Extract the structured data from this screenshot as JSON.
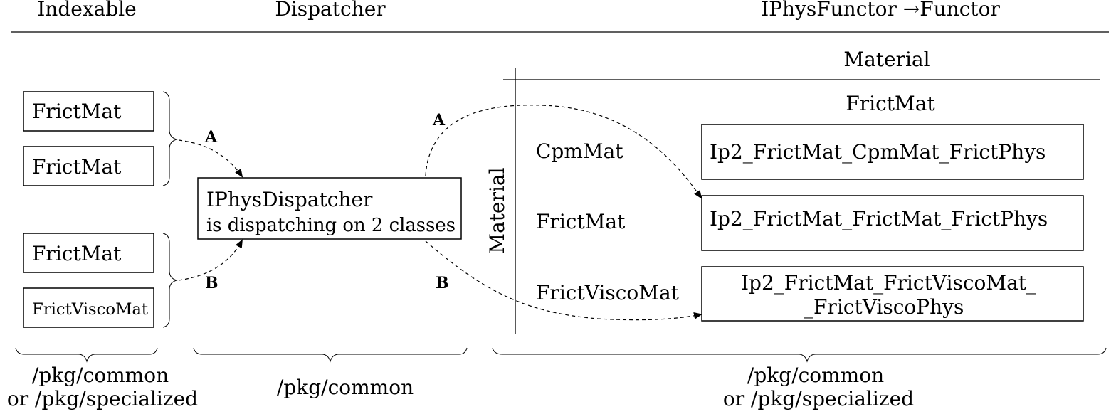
{
  "headers": {
    "indexable": "Indexable",
    "dispatcher": "Dispatcher",
    "functor": "IPhysFunctor →Functor"
  },
  "indexable_boxes": {
    "a1": "FrictMat",
    "a2": "FrictMat",
    "b1": "FrictMat",
    "b2": "FrictViscoMat"
  },
  "dispatcher_box": {
    "line1": "IPhysDispatcher",
    "line2": "is dispatching on 2 classes"
  },
  "arrow_labels": {
    "in_a": "A",
    "in_b": "B",
    "out_a": "A",
    "out_b": "B"
  },
  "matrix": {
    "column_axis": "Material",
    "row_axis": "Material",
    "column_header": "FrictMat",
    "row_headers": [
      "CpmMat",
      "FrictMat",
      "FrictViscoMat"
    ],
    "cells": [
      "Ip2_FrictMat_CpmMat_FrictPhys",
      "Ip2_FrictMat_FrictMat_FrictPhys",
      "Ip2_FrictMat_FrictViscoMat_",
      "_FrictViscoPhys"
    ]
  },
  "footers": {
    "indexable_line1": "/pkg/common",
    "indexable_line2": "or /pkg/specialized",
    "dispatcher": "/pkg/common",
    "functor_line1": "/pkg/common",
    "functor_line2": "or /pkg/specialized"
  }
}
